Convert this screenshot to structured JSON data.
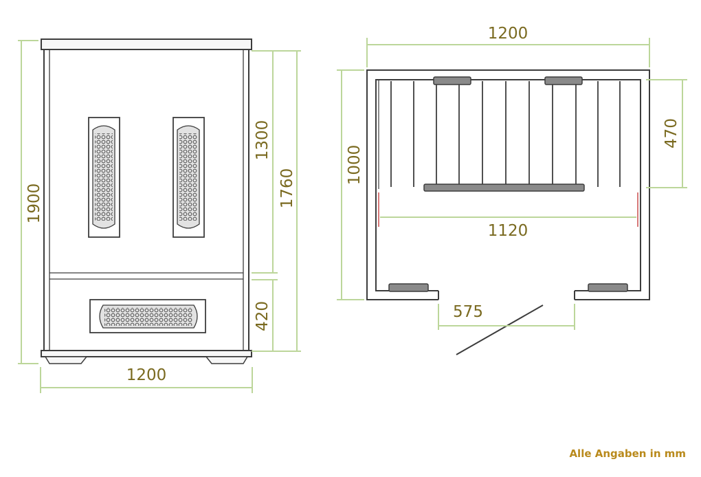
{
  "colors": {
    "outline": "#3c3c3c",
    "dimension_line": "#bcd69a",
    "dimension_text": "#7a6a20",
    "note_text": "#b98a1c",
    "heater_fill": "#d6d6d6",
    "bench_fill": "#8a8a8a"
  },
  "front_view": {
    "dimensions": {
      "total_height": "1900",
      "upper_height": "1300",
      "inner_height": "1760",
      "lower_height": "420",
      "width": "1200"
    }
  },
  "top_view": {
    "dimensions": {
      "width": "1200",
      "depth": "1000",
      "bench_depth": "470",
      "inner_width": "1120",
      "door_width": "575"
    }
  },
  "note": "Alle Angaben in mm"
}
